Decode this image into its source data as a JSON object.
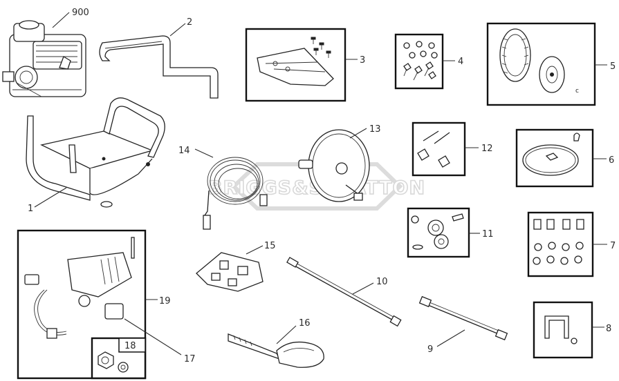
{
  "watermark": {
    "text": "BRIGGS&STRATTON"
  },
  "callouts": {
    "c900": "900",
    "c1": "1",
    "c2": "2",
    "c3": "3",
    "c4": "4",
    "c5": "5",
    "c6": "6",
    "c7": "7",
    "c8": "8",
    "c9": "9",
    "c10": "10",
    "c11": "11",
    "c12": "12",
    "c13": "13",
    "c14": "14",
    "c15": "15",
    "c16": "16",
    "c17": "17",
    "c18": "18",
    "c19": "19"
  }
}
